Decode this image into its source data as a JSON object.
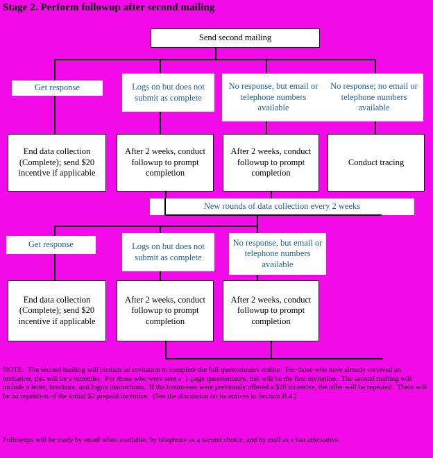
{
  "page": {
    "background_color": "#F20AE8",
    "box_fill": "#FFFFFF",
    "box_text_color": "#000000",
    "label_text_color": "#1F5FA9",
    "line_color": "#000000",
    "title": "Stage 2.  Perform followup after second mailing"
  },
  "flow": {
    "root": {
      "label": "Send second mailing"
    },
    "stage_one": {
      "conditions": [
        {
          "label": "Get response"
        },
        {
          "label": "Logs on but does not submit as complete"
        },
        {
          "label": "No response, but email or telephone numbers available"
        },
        {
          "label": "No response; no email or telephone numbers available"
        }
      ],
      "actions": [
        {
          "label": "End data collection (Complete); send $20 incentive if applicable"
        },
        {
          "label": "After 2 weeks, conduct followup to prompt completion"
        },
        {
          "label": "After 2 weeks, conduct followup to prompt completion"
        },
        {
          "label": "Conduct tracing"
        }
      ]
    },
    "loop": {
      "label": "New rounds of data collection every 2 weeks"
    },
    "stage_two": {
      "conditions": [
        {
          "label": "Get response"
        },
        {
          "label": "Logs on but does not submit as complete"
        },
        {
          "label": "No response, but email or telephone numbers available"
        }
      ],
      "actions": [
        {
          "label": "End data collection (Complete); send $20 incentive if applicable"
        },
        {
          "label": "After 2 weeks, conduct followup to prompt completion"
        },
        {
          "label": "After 2 weeks, conduct followup to prompt completion"
        }
      ]
    }
  },
  "note": {
    "paragraph_1": "NOTE:  The second mailing will contain an invitation to complete the full questionnaire online.  For those who have already received an invitation, this will be a reminder.  For those who were sent a  1-page questionnaire, this will be the first invitation.  The second mailing will include a letter, brochure, and logon instructions.  If the businesses were previously offered a $20 incentive, the offer will be repeated.  There will be no repetition of the initial $2 prepaid incentive.  (See the discussion on incentives in Section B.4.)",
    "paragraph_2": "Followups will be made by email when available, by telephone as a second choice, and by mail as a last alternative."
  }
}
